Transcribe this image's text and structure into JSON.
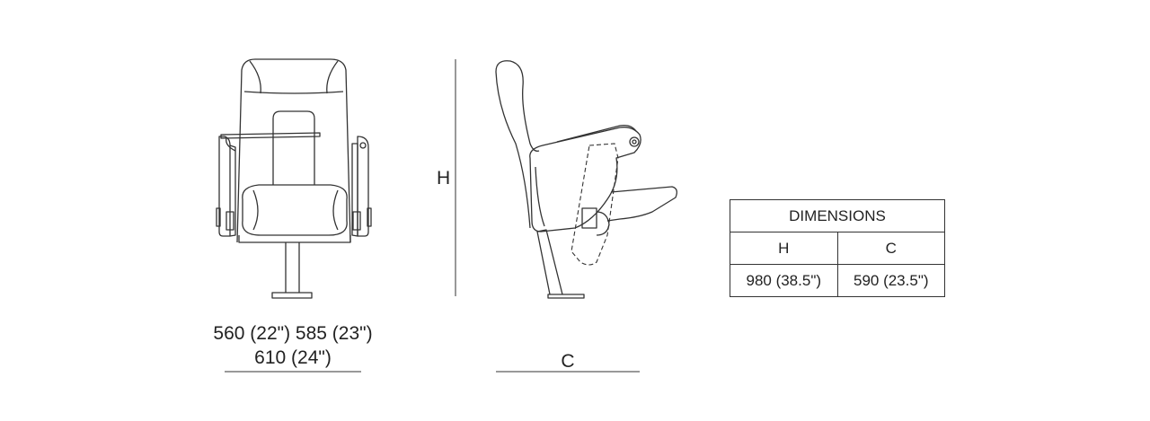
{
  "front_view": {
    "width_line1": "560 (22\") 585 (23\")",
    "width_line2": "610 (24\")"
  },
  "side_view": {
    "height_label": "H",
    "depth_label": "C"
  },
  "dimensions_table": {
    "title": "DIMENSIONS",
    "headers": [
      "H",
      "C"
    ],
    "values": [
      "980 (38.5\")",
      "590 (23.5\")"
    ]
  },
  "colors": {
    "line": "#333333",
    "text": "#222222",
    "background": "#ffffff"
  }
}
